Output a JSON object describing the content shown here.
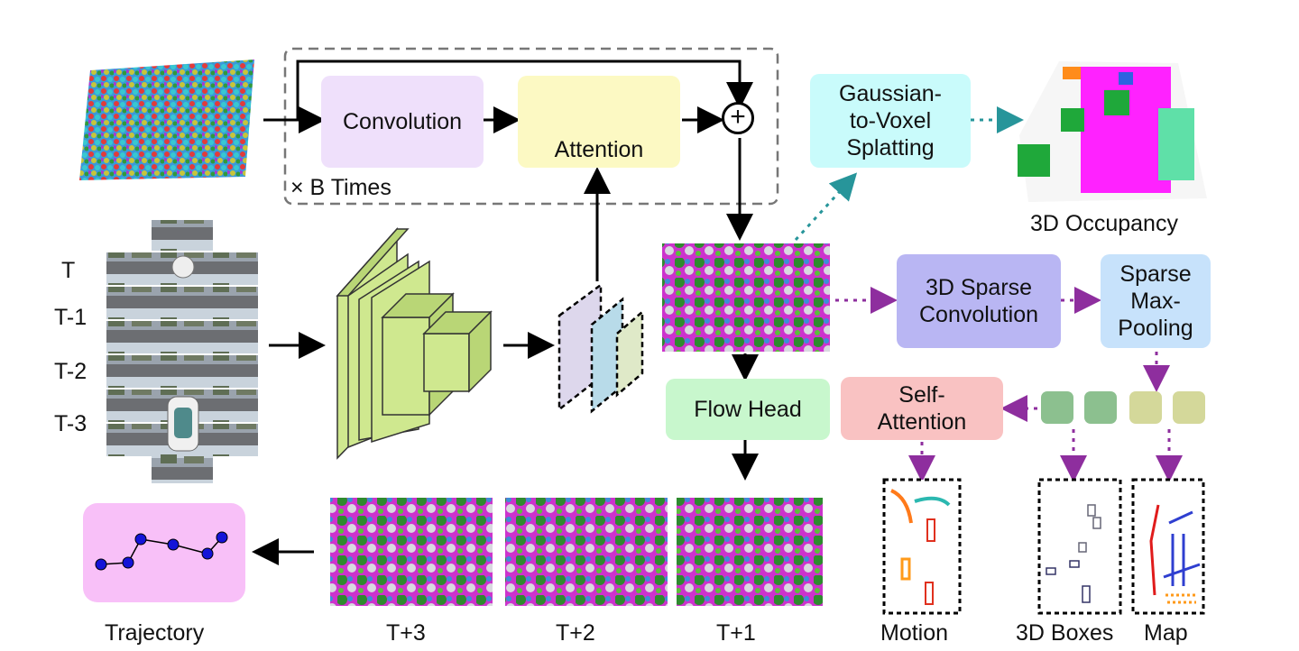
{
  "inputs": {
    "frame_labels": [
      "T",
      "T-1",
      "T-2",
      "T-3"
    ]
  },
  "encoder_block": {
    "convolution_label": "Convolution",
    "attention_label": "Attention",
    "repeat_label": "× B Times",
    "plus_symbol": "+"
  },
  "occupancy_branch": {
    "splatting_label": "Gaussian-\nto-Voxel\nSplatting",
    "output_label": "3D Occupancy"
  },
  "sparse_branch": {
    "sparse_conv_label": "3D Sparse\nConvolution",
    "maxpool_label": "Sparse\nMax-\nPooling",
    "self_attention_label": "Self-\nAttention",
    "motion_label": "Motion",
    "boxes_label": "3D Boxes",
    "map_label": "Map"
  },
  "flow": {
    "flow_head_label": "Flow Head",
    "future_labels": [
      "T+3",
      "T+2",
      "T+1"
    ]
  },
  "planning": {
    "trajectory_label": "Trajectory"
  },
  "colors": {
    "convolution_fill": "#efe0fb",
    "attention_fill": "#fcf9c3",
    "splatting_fill": "#c9fbfb",
    "sparse_conv_fill": "#b9b6f3",
    "maxpool_fill": "#c7e2fb",
    "self_attention_fill": "#f9c2c2",
    "flow_head_fill": "#c8f7cd",
    "trajectory_fill": "#f8c0f8",
    "purple_arrow": "#8e2e9e",
    "teal_arrow": "#27959a",
    "backbone_green": "#cfe88f"
  }
}
